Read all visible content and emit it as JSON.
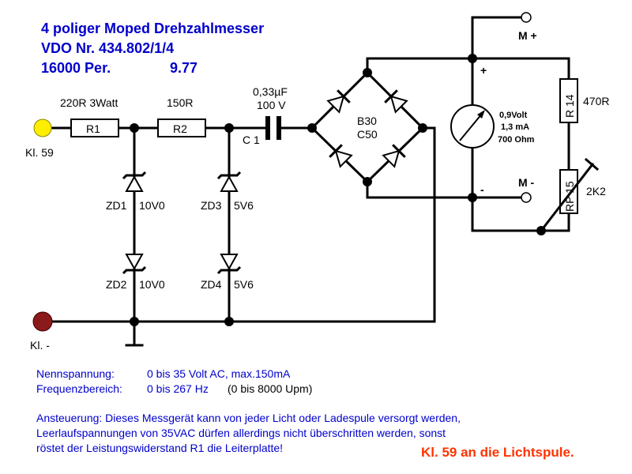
{
  "title": {
    "line1": "4 poliger Moped Drehzahlmesser",
    "line2": "VDO Nr. 434.802/1/4",
    "line3a": "16000 Per.",
    "line3b": "9.77"
  },
  "colors": {
    "title": "#0000cc",
    "red_label": "#cc0000",
    "terminal_59": "#ffee00",
    "terminal_minus": "#8b1a1a",
    "orange_note": "#ff3300"
  },
  "components": {
    "r1_value": "220R 3Watt",
    "r1": "R1",
    "r2_value": "150R",
    "r2": "R2",
    "c1_value1": "0,33µF",
    "c1_value2": "100 V",
    "c1": "C 1",
    "bridge1": "B30",
    "bridge2": "C50",
    "meter1": "0,9Volt",
    "meter2": "1,3 mA",
    "meter3": "700 Ohm",
    "r14": "R 14",
    "r14_value": "470R",
    "rp15": "RP 15",
    "rp15_value": "2K2",
    "zd1": "ZD1",
    "zd1_value": "10V0",
    "zd2": "ZD2",
    "zd2_value": "10V0",
    "zd3": "ZD3",
    "zd3_value": "5V6",
    "zd4": "ZD4",
    "zd4_value": "5V6",
    "plus": "+",
    "minus": "-"
  },
  "terminals": {
    "kl59": "Kl. 59",
    "klminus": "Kl. -",
    "m_plus": "M +",
    "m_minus": "M -"
  },
  "info": {
    "nenn_label": "Nennspannung:",
    "nenn_value": "0 bis 35 Volt AC, max.150mA",
    "freq_label": "Frequenzbereich:",
    "freq_value": "0 bis 267 Hz",
    "freq_rpm": "(0 bis 8000 Upm)",
    "ansteuer1": "Ansteuerung: Dieses Messgerät kann von jeder Licht oder Ladespule versorgt werden,",
    "ansteuer2": "Leerlaufspannungen von 35VAC dürfen allerdings nicht überschritten werden, sonst",
    "ansteuer3": "röstet der Leistungswiderstand R1 die Leiterplatte!",
    "note": "Kl. 59 an die Lichtspule."
  }
}
